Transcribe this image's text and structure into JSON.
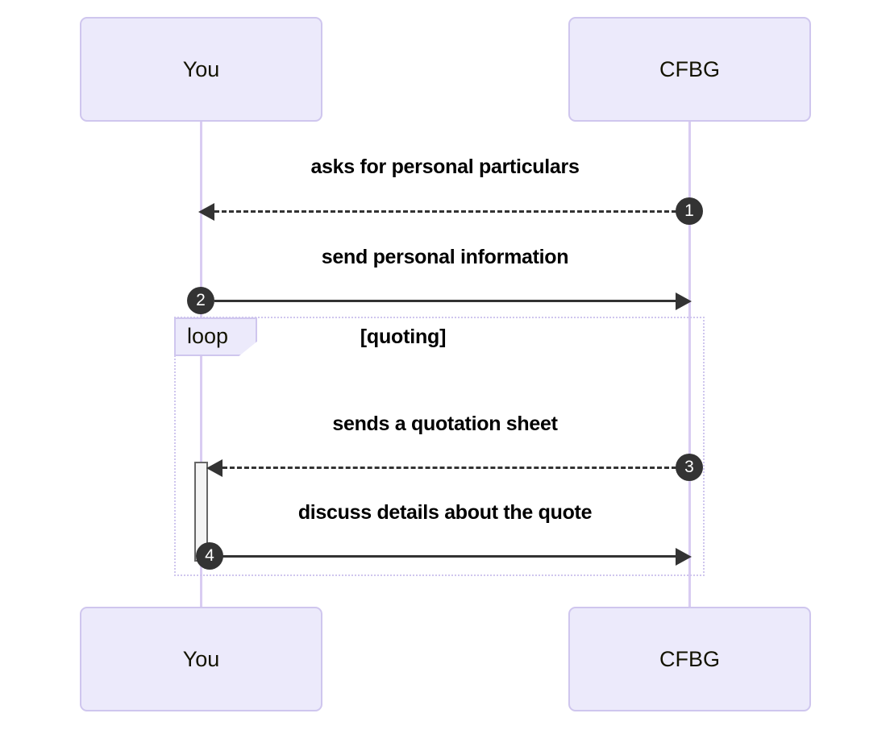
{
  "diagram": {
    "type": "sequence-diagram",
    "participants": [
      {
        "id": "you",
        "name": "You"
      },
      {
        "id": "cfbg",
        "name": "CFBG"
      }
    ],
    "messages": [
      {
        "seq": "1",
        "label": "asks for personal particulars",
        "from": "cfbg",
        "to": "you",
        "style": "dashed"
      },
      {
        "seq": "2",
        "label": "send personal information",
        "from": "you",
        "to": "cfbg",
        "style": "solid"
      },
      {
        "seq": "3",
        "label": "sends a quotation sheet",
        "from": "cfbg",
        "to": "you",
        "style": "dashed"
      },
      {
        "seq": "4",
        "label": "discuss details about the quote",
        "from": "you",
        "to": "cfbg",
        "style": "solid"
      }
    ],
    "fragment": {
      "kind": "loop",
      "condition": "[quoting]"
    },
    "colors": {
      "participant_fill": "#ECEAFB",
      "participant_border": "#CFC6EE",
      "lifeline": "#D9CCF2",
      "message": "#333333",
      "sequence_badge": "#333333",
      "activation_fill": "#F4F4F4",
      "activation_border": "#666666",
      "background": "#FFFFFF"
    }
  }
}
